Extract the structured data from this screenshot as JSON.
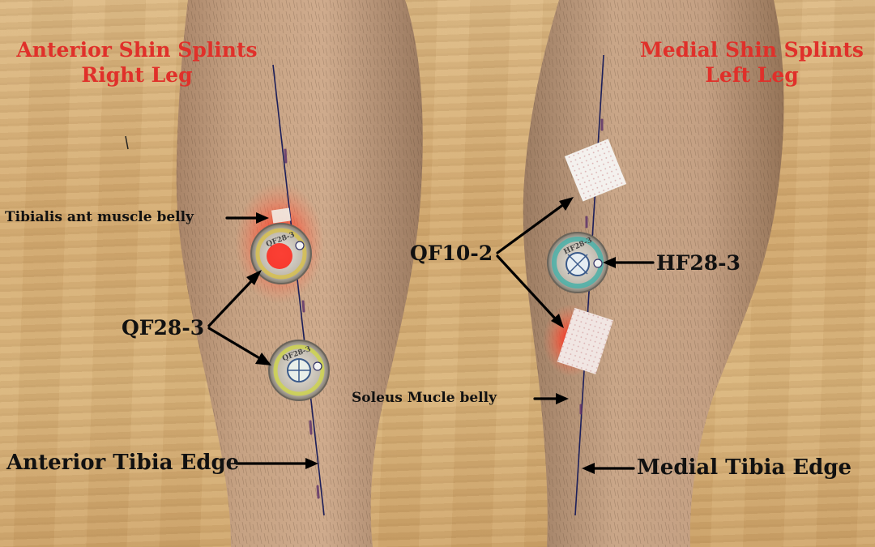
{
  "titles": {
    "right_leg": {
      "line1": "Anterior Shin Splints",
      "line2": "Right Leg"
    },
    "left_leg": {
      "line1": "Medial Shin Splints",
      "line2": "Left Leg"
    }
  },
  "labels": {
    "tibialis": "Tibialis ant muscle belly",
    "qf28": "QF28-3",
    "anterior_edge": "Anterior Tibia Edge",
    "qf10": "QF10-2",
    "hf28": "HF28-3",
    "soleus": "Soleus Mucle belly",
    "medial_edge": "Medial Tibia Edge"
  },
  "magnet_text": {
    "qf_top": "QF28-3",
    "qf_bottom": "QF28-3",
    "hf": "HF28-3"
  },
  "colors": {
    "title_red": "#e0302a",
    "label_black": "#111111",
    "tibia_line": "#1c1f5a",
    "inflammation_red": "#ff2a1a"
  }
}
